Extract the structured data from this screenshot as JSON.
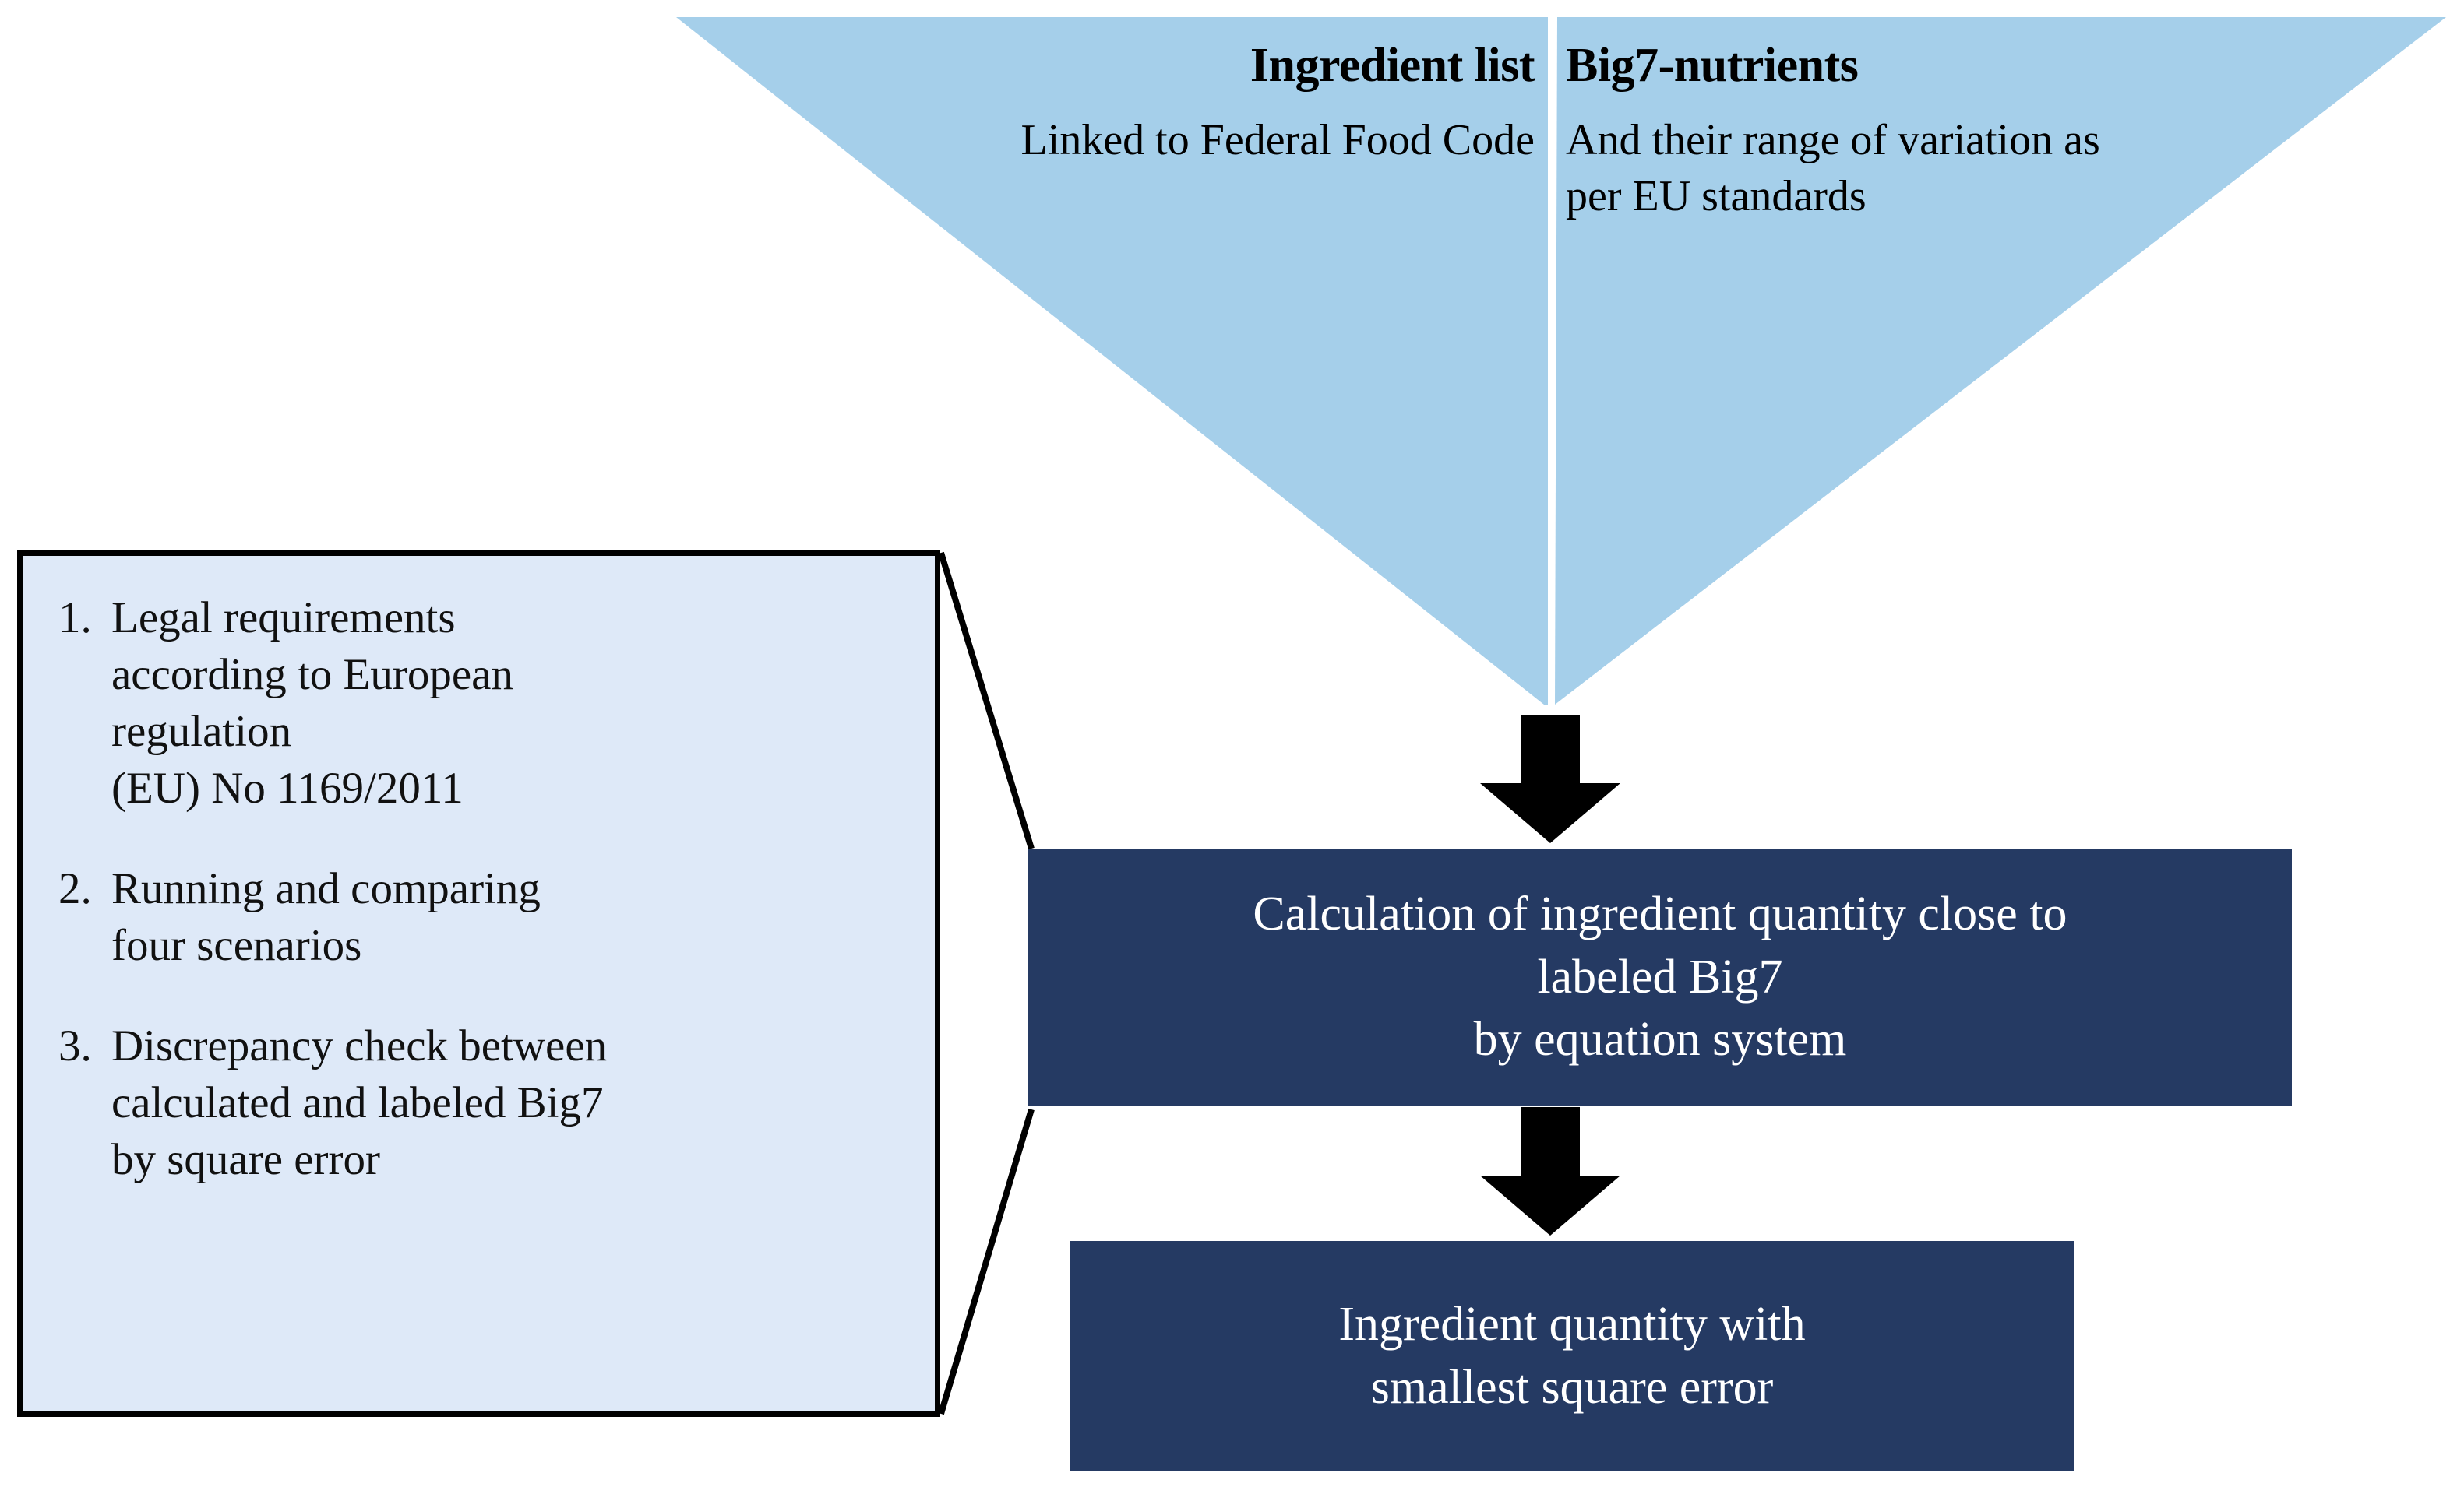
{
  "colors": {
    "funnel_fill": "#a5cfea",
    "funnel_divider": "#ffffff",
    "notes_panel_fill": "#dee9f8",
    "notes_panel_border": "#000000",
    "navy_box_fill": "#253a63",
    "navy_box_text": "#ffffff",
    "arrow_fill": "#000000",
    "page_background": "#ffffff"
  },
  "funnel": {
    "columns": [
      {
        "title": "Ingredient list",
        "body": "Linked to\nFederal Food\nCode",
        "align": "right"
      },
      {
        "title": "Big7-nutrients",
        "body": "And their range of\nvariation as per\nEU standards",
        "align": "left"
      }
    ]
  },
  "notes_panel": {
    "items": [
      {
        "number": "1.",
        "text": "Legal requirements\naccording to European\nregulation\n(EU) No 1169/2011"
      },
      {
        "number": "2.",
        "text": "Running and comparing\nfour scenarios"
      },
      {
        "number": "3.",
        "text": "Discrepancy check between\ncalculated and labeled Big7\nby square error"
      }
    ]
  },
  "process_boxes": [
    {
      "id": "calculation",
      "text": "Calculation of ingredient quantity close to\nlabeled Big7\nby equation system"
    },
    {
      "id": "result",
      "text": "Ingredient quantity with\nsmallest square error"
    }
  ],
  "arrows": [
    {
      "id": "funnel-to-calculation",
      "direction": "down"
    },
    {
      "id": "calculation-to-result",
      "direction": "down"
    }
  ]
}
